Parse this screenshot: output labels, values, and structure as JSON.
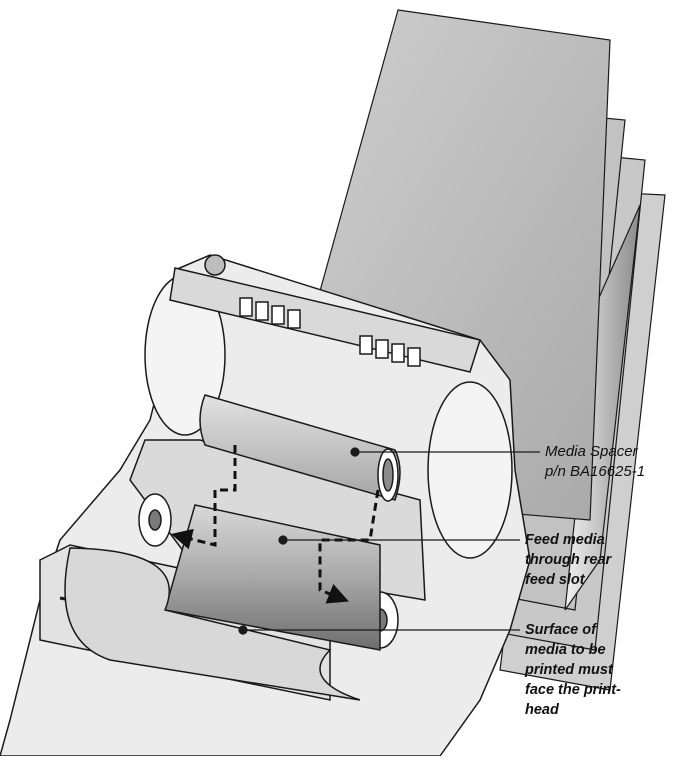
{
  "callouts": {
    "media_spacer": {
      "lines": [
        "Media Spacer",
        "p/n BA16625-1"
      ]
    },
    "feed_media": {
      "lines": [
        "Feed media",
        "through rear",
        "feed slot"
      ]
    },
    "surface": {
      "lines": [
        "Surface of",
        "media to be",
        "printed must",
        "face the print-",
        "head"
      ]
    }
  },
  "colors": {
    "outline": "#1a1a1a",
    "paper": "#bfbfbf",
    "roll": "#9a9a9a",
    "printer_body": "#e6e6e6",
    "path_dash": "#111111"
  }
}
